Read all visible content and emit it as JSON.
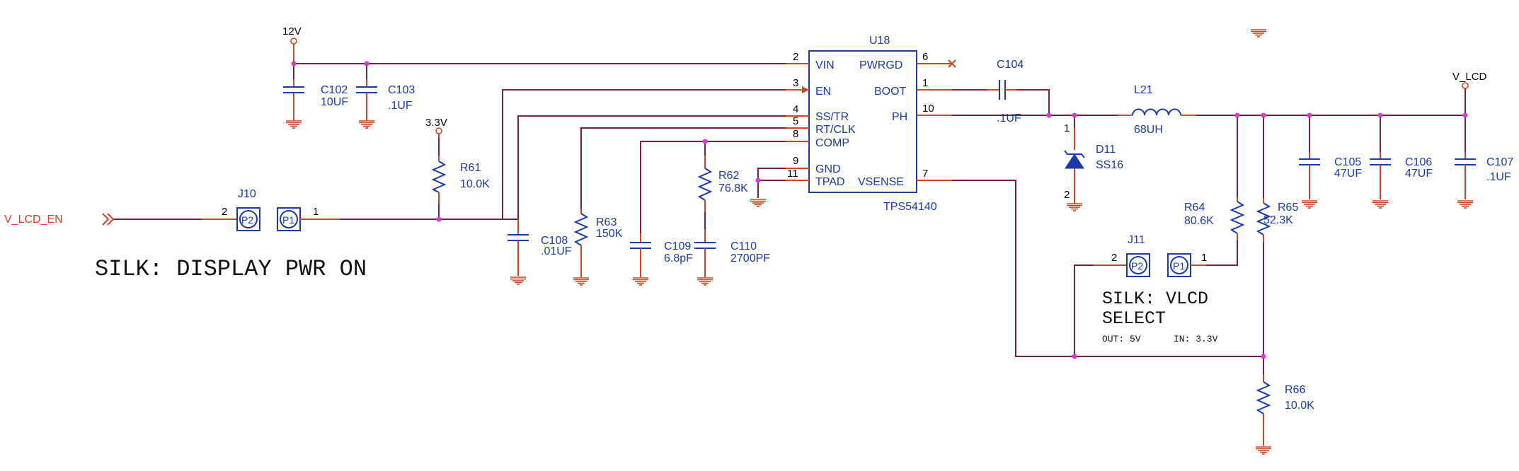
{
  "power": {
    "v12": "12V",
    "v33": "3.3V",
    "vlcd": "V_LCD"
  },
  "nets": {
    "vlcd_en": "V_LCD_EN"
  },
  "ic": {
    "ref": "U18",
    "part": "TPS54140",
    "pins": {
      "vin": "VIN",
      "en": "EN",
      "sstr": "SS/TR",
      "rtclk": "RT/CLK",
      "comp": "COMP",
      "gnd": "GND",
      "tpad": "TPAD",
      "pwrgd": "PWRGD",
      "boot": "BOOT",
      "ph": "PH",
      "vsense": "VSENSE"
    },
    "pin_numbers": {
      "vin": "2",
      "en": "3",
      "sstr": "4",
      "rtclk": "5",
      "comp": "8",
      "gnd": "9",
      "tpad": "11",
      "pwrgd": "6",
      "boot": "1",
      "ph": "10",
      "vsense": "7"
    }
  },
  "components": {
    "c102": {
      "ref": "C102",
      "value": "10UF"
    },
    "c103": {
      "ref": "C103",
      "value": ".1UF"
    },
    "r61": {
      "ref": "R61",
      "value": "10.0K"
    },
    "c108": {
      "ref": "C108",
      "value": ".01UF"
    },
    "r63": {
      "ref": "R63",
      "value": "150K"
    },
    "c109": {
      "ref": "C109",
      "value": "6.8pF"
    },
    "r62": {
      "ref": "R62",
      "value": "76.8K"
    },
    "c110": {
      "ref": "C110",
      "value": "2700PF"
    },
    "c104": {
      "ref": "C104",
      "value": ".1UF"
    },
    "l21": {
      "ref": "L21",
      "value": "68UH"
    },
    "d11": {
      "ref": "D11",
      "value": "SS16",
      "pin_a": "1",
      "pin_k": "2"
    },
    "r64": {
      "ref": "R64",
      "value": "80.6K"
    },
    "r65": {
      "ref": "R65",
      "value": "52.3K"
    },
    "r66": {
      "ref": "R66",
      "value": "10.0K"
    },
    "c105": {
      "ref": "C105",
      "value": "47UF"
    },
    "c106": {
      "ref": "C106",
      "value": "47UF"
    },
    "c107": {
      "ref": "C107",
      "value": ".1UF"
    }
  },
  "jumpers": {
    "j10": {
      "ref": "J10",
      "p1": "P1",
      "p2": "P2",
      "pin1": "1",
      "pin2": "2"
    },
    "j11": {
      "ref": "J11",
      "p1": "P1",
      "p2": "P2",
      "pin1": "1",
      "pin2": "2"
    }
  },
  "silk": {
    "display": "SILK: DISPLAY PWR ON",
    "vlcd_line1": "SILK: VLCD",
    "vlcd_line2": "SELECT",
    "out": "OUT: 5V",
    "in": "IN: 3.3V"
  }
}
